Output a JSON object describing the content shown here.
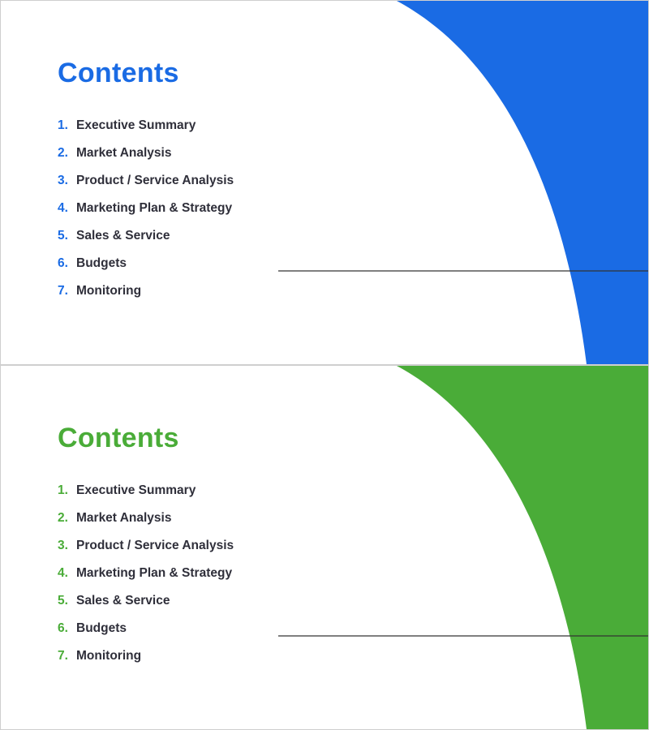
{
  "slides": [
    {
      "title": "Contents",
      "accent": "#1a6be4",
      "items": [
        {
          "num": "1.",
          "label": "Executive Summary"
        },
        {
          "num": "2.",
          "label": "Market Analysis"
        },
        {
          "num": "3.",
          "label": "Product / Service Analysis"
        },
        {
          "num": "4.",
          "label": "Marketing Plan & Strategy"
        },
        {
          "num": "5.",
          "label": "Sales & Service"
        },
        {
          "num": "6.",
          "label": "Budgets"
        },
        {
          "num": "7.",
          "label": "Monitoring"
        }
      ],
      "illustration": "lightbulb-workers-illustration"
    },
    {
      "title": "Contents",
      "accent": "#4aac38",
      "items": [
        {
          "num": "1.",
          "label": "Executive Summary"
        },
        {
          "num": "2.",
          "label": "Market Analysis"
        },
        {
          "num": "3.",
          "label": "Product / Service Analysis"
        },
        {
          "num": "4.",
          "label": "Marketing Plan & Strategy"
        },
        {
          "num": "5.",
          "label": "Sales & Service"
        },
        {
          "num": "6.",
          "label": "Budgets"
        },
        {
          "num": "7.",
          "label": "Monitoring"
        }
      ],
      "illustration": "lightbulb-workers-illustration"
    }
  ]
}
